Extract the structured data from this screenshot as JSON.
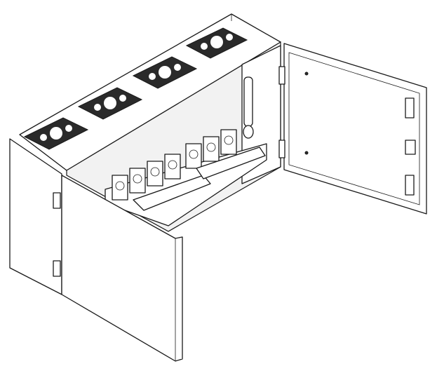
{
  "drawing": {
    "subject": "open-wall-enclosure-isometric",
    "line_color": "#1a1a1a",
    "background": "#ffffff",
    "fan_grille_count": 4,
    "door_count": 3
  }
}
